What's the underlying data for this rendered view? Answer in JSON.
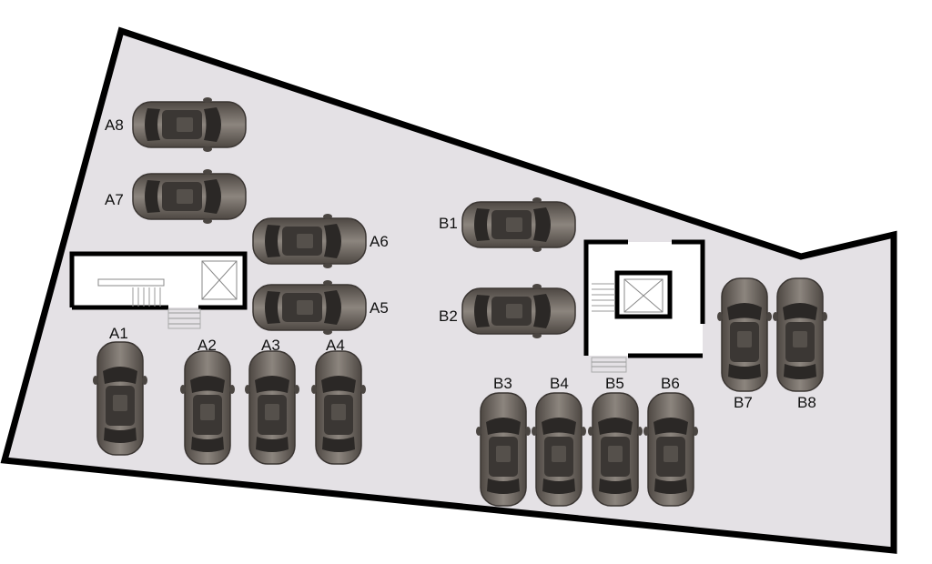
{
  "colors": {
    "floor": "#e4e1e5",
    "wall": "#000000",
    "car_body": "#6b645e",
    "car_glass": "#2e2b29",
    "car_roof": "#8a837c"
  },
  "spaces": {
    "a1": "A1",
    "a2": "A2",
    "a3": "A3",
    "a4": "A4",
    "a5": "A5",
    "a6": "A6",
    "a7": "A7",
    "a8": "A8",
    "b1": "B1",
    "b2": "B2",
    "b3": "B3",
    "b4": "B4",
    "b5": "B5",
    "b6": "B6",
    "b7": "B7",
    "b8": "B8"
  },
  "icons": [
    "stairs-icon",
    "elevator-icon",
    "car-icon"
  ]
}
